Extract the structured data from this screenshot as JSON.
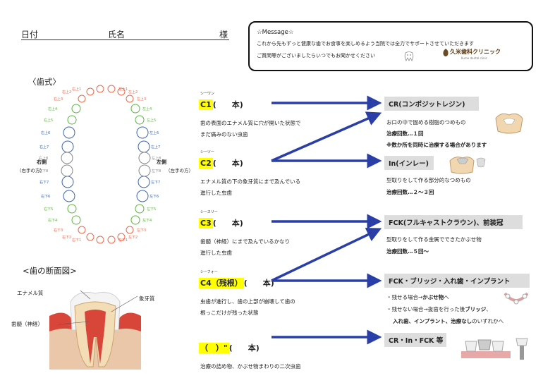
{
  "header": {
    "date_label": "日付",
    "name_label": "氏名",
    "honorific": "様"
  },
  "message": {
    "title": "☆Message☆",
    "line1": "これから先もずっと健康な歯でお食事を楽しめるよう当院では全力でサポートさせていただきます",
    "line2": "ご質問等がございましたらいつでもお聞かせください",
    "clinic_name": "久米歯科クリニック",
    "clinic_sub": "Kume dental clinic"
  },
  "chart": {
    "title": "〈歯式〉",
    "right_side": "右側",
    "right_side_note": "（右手の方）",
    "left_side": "左側",
    "left_side_note": "（左手の方）",
    "upper_right": [
      "右上1",
      "右上2",
      "右上3",
      "右上4",
      "右上5",
      "右上6",
      "右上7",
      "右上8"
    ],
    "upper_left": [
      "左上1",
      "左上2",
      "左上3",
      "左上4",
      "左上5",
      "左上6",
      "左上7",
      "左上8"
    ],
    "lower_right": [
      "右下1",
      "右下2",
      "右下3",
      "右下4",
      "右下5",
      "右下6",
      "右下7",
      "右下8"
    ],
    "lower_left": [
      "左下1",
      "左下2",
      "左下3",
      "左下4",
      "左下5",
      "左下6",
      "左下7",
      "左下8"
    ]
  },
  "cross_section": {
    "title": "<歯の断面図>",
    "enamel": "エナメル質",
    "dentin": "象牙質",
    "pulp": "歯髄（神経）"
  },
  "stages": [
    {
      "ruby": "シーワン",
      "code": "C1",
      "count": "(　　本)",
      "desc1": "歯の表面のエナメル質に穴が開いた状態で",
      "desc2": "まだ痛みのない虫歯"
    },
    {
      "ruby": "シーツー",
      "code": "C2",
      "count": "(　　本)",
      "desc1": "エナメル質の下の象牙質にまで及んでいる",
      "desc2": "進行した虫歯"
    },
    {
      "ruby": "シースリー",
      "code": "C3",
      "count": "(　　本)",
      "desc1": "歯髄（神経）にまで及んでいるかなり",
      "desc2": "進行した虫歯"
    },
    {
      "ruby": "シーフォー",
      "code": "C4（残根）",
      "count": "(　　本)",
      "desc1": "虫歯が進行し、歯の上部が崩壊して歯の",
      "desc2": "根っこだけが残った状態"
    },
    {
      "ruby": "",
      "code": "（　）\"",
      "count": "(　　本)",
      "desc1": "治療の詰め物、かぶせ物まわりの二次虫歯",
      "desc2": ""
    }
  ],
  "treatments": {
    "cr": {
      "title": "CR(コンポジットレジン)",
      "desc": "お口の中で固める樹脂のつめもの",
      "count": "治療回数…１回",
      "note": "※数か所を同時に治療する場合があります"
    },
    "inlay": {
      "title": "In(インレー)",
      "desc": "型取りをして作る部分的なつめもの",
      "count": "治療回数…２～３回"
    },
    "fck": {
      "title": "FCK(フルキャストクラウン)、前装冠",
      "desc": "型取りをして作る金属でできたかぶせ物",
      "count": "治療回数…５回～"
    },
    "c4": {
      "title": "FCK・ブリッジ・入れ歯・インプラント",
      "line1a": "・残せる場合→",
      "line1b": "かぶせ物",
      "line1c": "へ",
      "line2a": "・残せない場合→抜歯を行った後",
      "line2b": "ブリッジ",
      "line2c": "、",
      "line3a": "入れ歯、インプラント、治療なし",
      "line3b": "のいずれかへ"
    },
    "secondary": {
      "title": "CR・In・FCK 等"
    }
  },
  "colors": {
    "highlight": "#ffff00",
    "arrow": "#2a3ea8",
    "incisor": "#e9684a",
    "premolar": "#5cb640",
    "molar": "#3d64b0",
    "wisdom": "#888888",
    "box": "#dddddd"
  }
}
